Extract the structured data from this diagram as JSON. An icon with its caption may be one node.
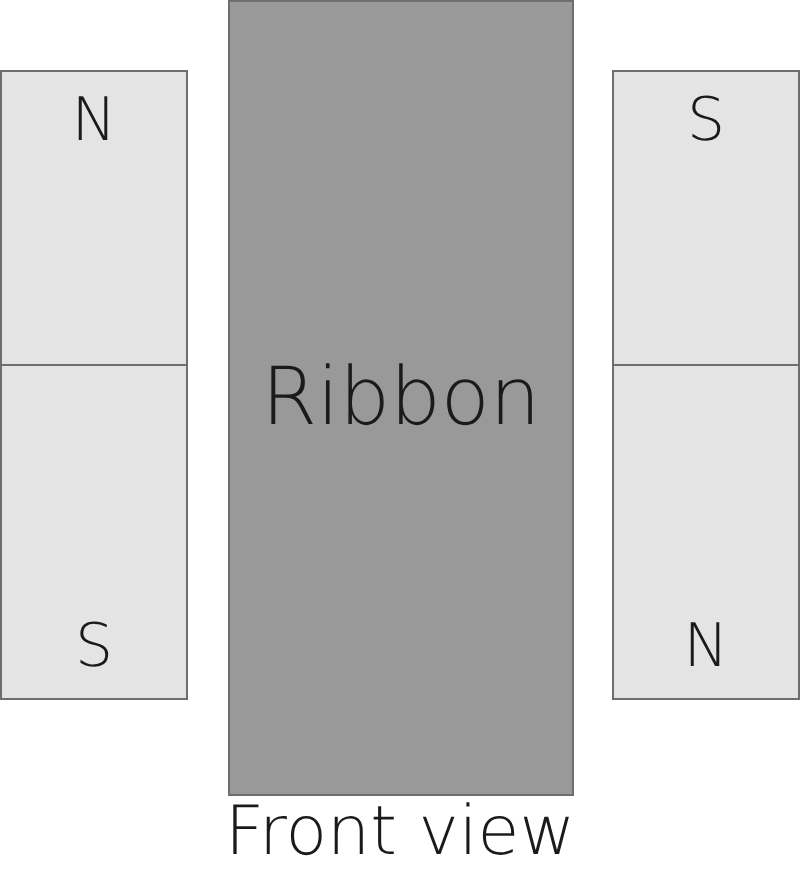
{
  "diagram": {
    "caption": "Front view",
    "nodes": [
      {
        "text": [
          "N"
        ]
      },
      {
        "text": [
          "S"
        ]
      },
      {
        "text": [
          "Ribbon"
        ]
      },
      {
        "text": [
          "S"
        ]
      },
      {
        "text": [
          "N"
        ]
      }
    ]
  }
}
